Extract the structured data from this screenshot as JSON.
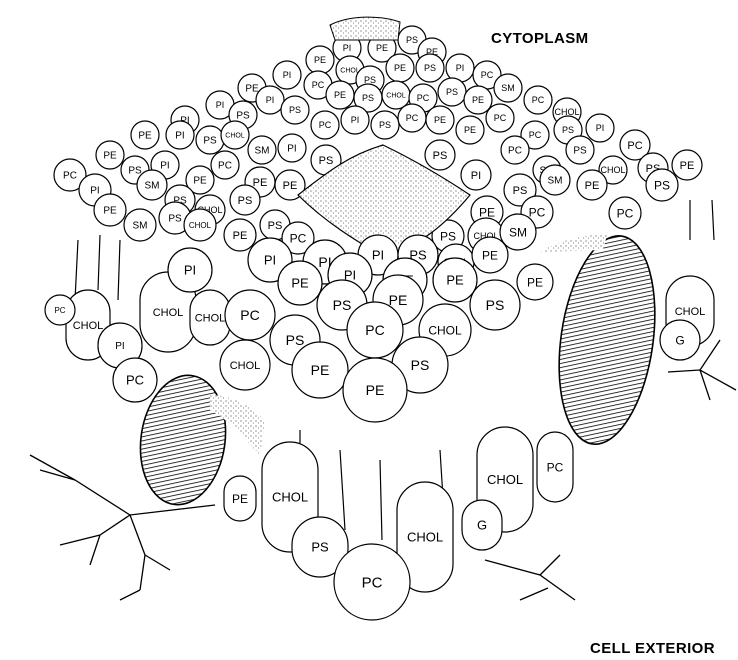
{
  "labels": {
    "top": "CYTOPLASM",
    "bottom": "CELL EXTERIOR"
  },
  "lipid_types": [
    "PC",
    "PE",
    "PS",
    "PI",
    "SM",
    "CHOL",
    "G"
  ],
  "colors": {
    "stroke": "#000000",
    "fill": "#ffffff",
    "stipple": "#555555"
  },
  "elements": {
    "top_protein": "stippled-protein",
    "large_proteins": "hatched-transmembrane-protein",
    "branches": "oligosaccharide-branch-icon"
  }
}
